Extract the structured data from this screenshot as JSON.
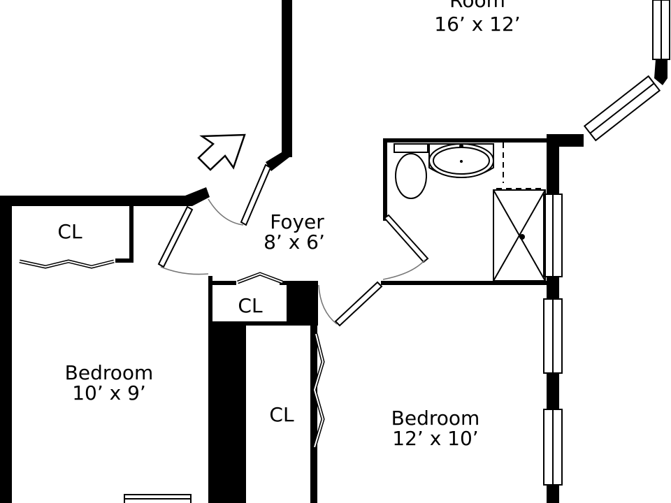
{
  "rooms": {
    "living": {
      "name": "Room",
      "size": "16’ x 12’"
    },
    "foyer": {
      "name": "Foyer",
      "size": "8’ x 6’"
    },
    "bedroom_left": {
      "name": "Bedroom",
      "size": "10’ x 9’"
    },
    "bedroom_right": {
      "name": "Bedroom",
      "size": "12’ x 10’"
    }
  },
  "closets": {
    "top_left": "CL",
    "middle": "CL",
    "lower": "CL"
  },
  "colors": {
    "wall": "#000000",
    "background": "#ffffff",
    "door_swing": "#777777"
  },
  "icons": [
    "entry-arrow-icon",
    "toilet-icon",
    "sink-icon",
    "shower-icon"
  ]
}
